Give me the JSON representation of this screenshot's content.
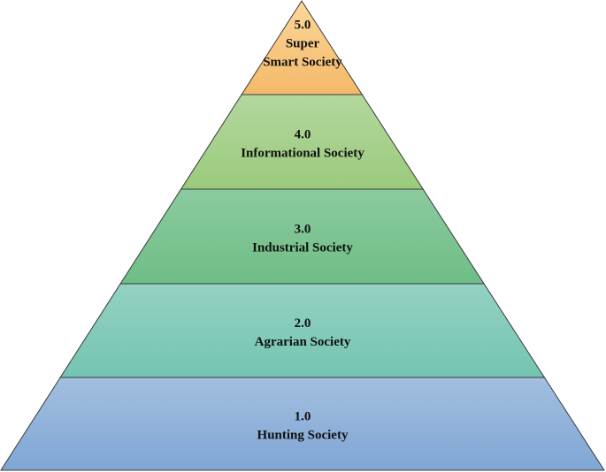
{
  "pyramid": {
    "tiers": [
      {
        "level": "5.0",
        "name_lines": [
          "Super",
          "Smart Society"
        ],
        "color_top": "#fbd79b",
        "color_bottom": "#f4b969"
      },
      {
        "level": "4.0",
        "name_lines": [
          "Informational Society"
        ],
        "color_top": "#b3d79e",
        "color_bottom": "#9acb7c"
      },
      {
        "level": "3.0",
        "name_lines": [
          "Industrial Society"
        ],
        "color_top": "#8ccb9f",
        "color_bottom": "#6fbd86"
      },
      {
        "level": "2.0",
        "name_lines": [
          "Agrarian Society"
        ],
        "color_top": "#94d1c3",
        "color_bottom": "#74c4b1"
      },
      {
        "level": "1.0",
        "name_lines": [
          "Hunting Society"
        ],
        "color_top": "#a3bfe0",
        "color_bottom": "#7fa6d4"
      }
    ],
    "outline_color": "#3a3a3a"
  }
}
